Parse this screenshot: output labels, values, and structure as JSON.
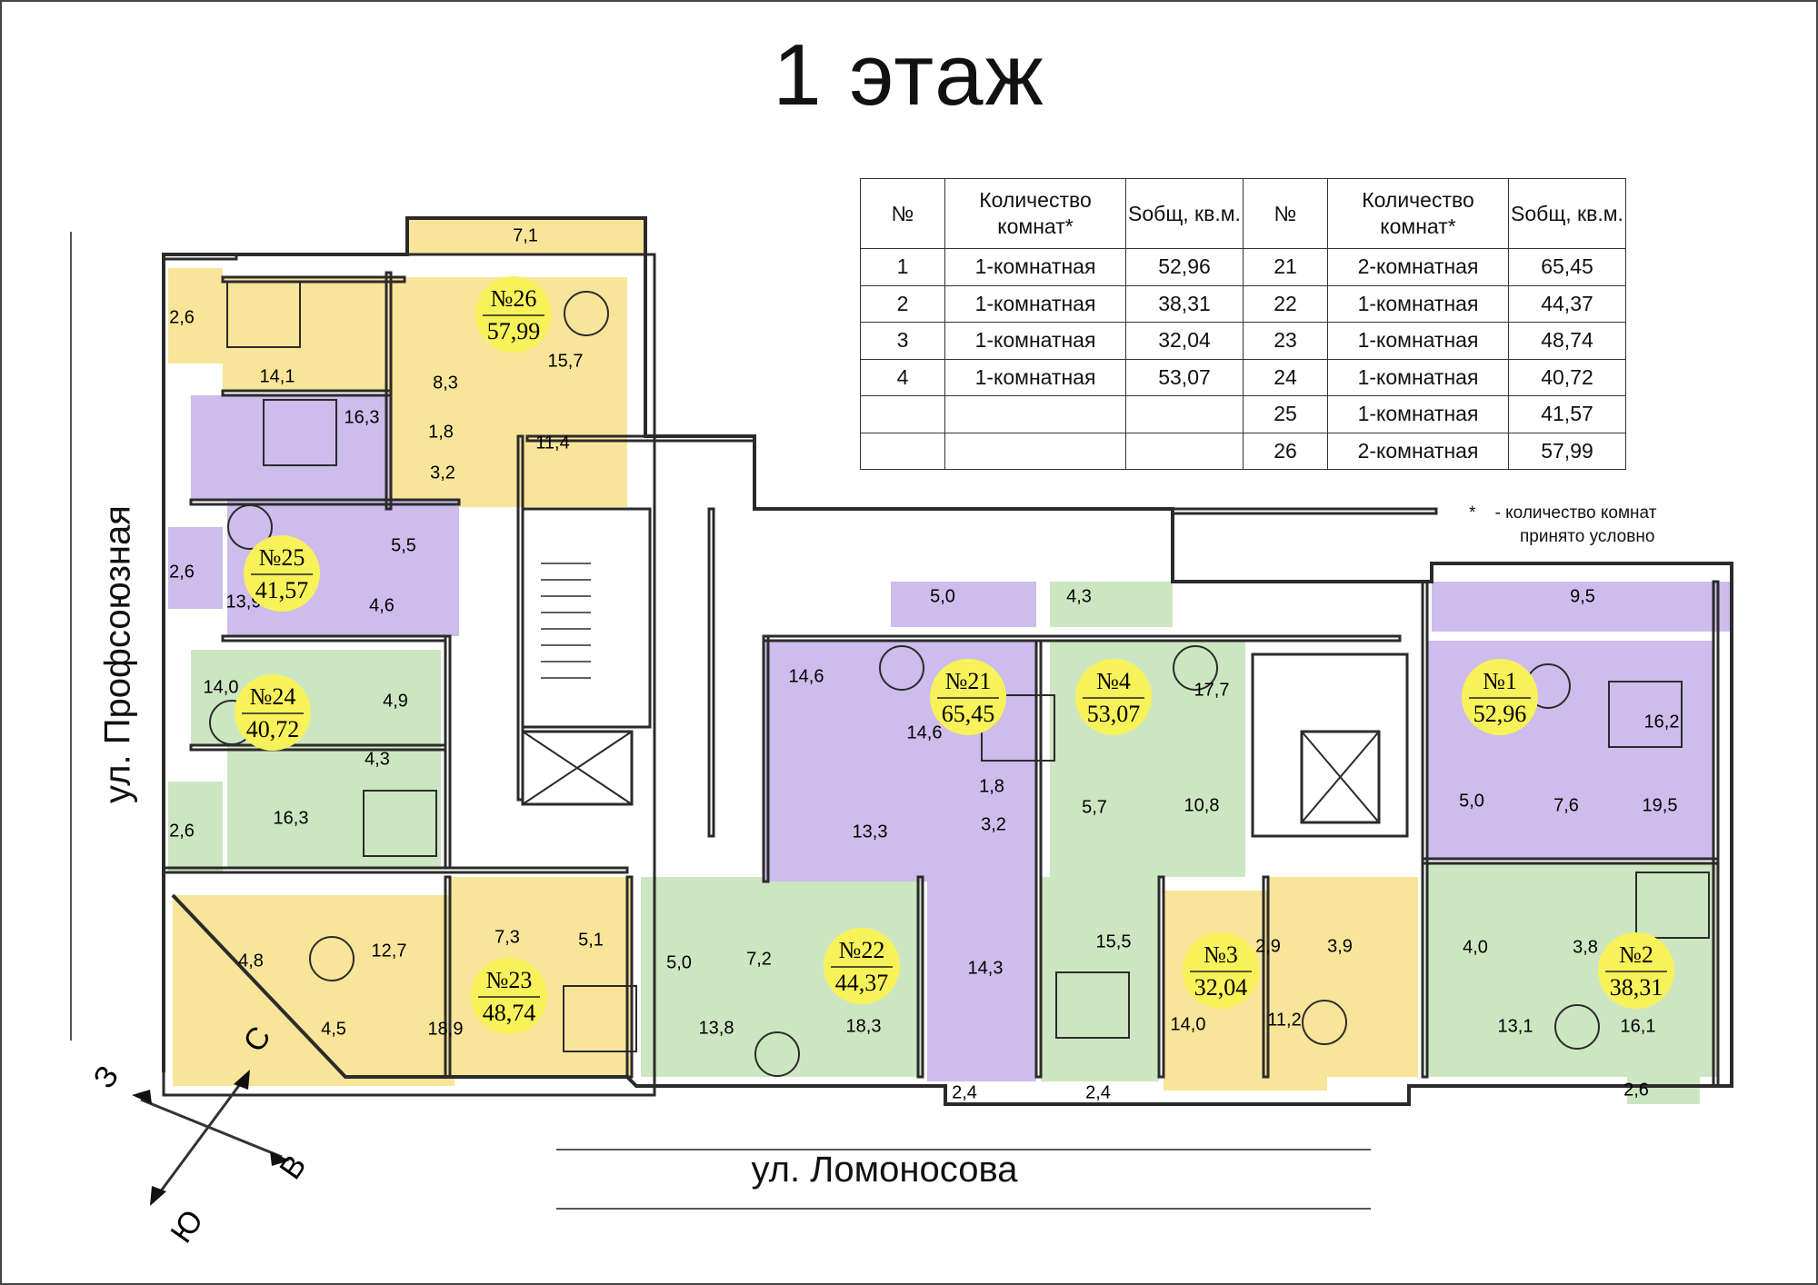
{
  "title": "1 этаж",
  "table": {
    "headers": [
      "№",
      "Количество комнат*",
      "Sобщ, кв.м.",
      "№",
      "Количество комнат*",
      "Sобщ, кв.м."
    ],
    "rows": [
      [
        "1",
        "1-комнатная",
        "52,96",
        "21",
        "2-комнатная",
        "65,45"
      ],
      [
        "2",
        "1-комнатная",
        "38,31",
        "22",
        "1-комнатная",
        "44,37"
      ],
      [
        "3",
        "1-комнатная",
        "32,04",
        "23",
        "1-комнатная",
        "48,74"
      ],
      [
        "4",
        "1-комнатная",
        "53,07",
        "24",
        "1-комнатная",
        "40,72"
      ],
      [
        "",
        "",
        "",
        "25",
        "1-комнатная",
        "41,57"
      ],
      [
        "",
        "",
        "",
        "26",
        "2-комнатная",
        "57,99"
      ]
    ]
  },
  "note": {
    "mark": "*",
    "line1": "- количество комнат",
    "line2": "принято условно"
  },
  "streets": {
    "left": "ул. Профсоюзная",
    "bottom": "ул. Ломоносова"
  },
  "compass": {
    "n": "С",
    "s": "Ю",
    "e": "В",
    "w": "З"
  },
  "colors": {
    "yellow": "#f8e59a",
    "purple": "#cdbcec",
    "green": "#cde6c2",
    "badge": "#f8f25a",
    "walls": "#2b2b2b"
  },
  "apartments": [
    {
      "number": "№26",
      "area": "57,99",
      "color": "yellow"
    },
    {
      "number": "№25",
      "area": "41,57",
      "color": "purple"
    },
    {
      "number": "№24",
      "area": "40,72",
      "color": "green"
    },
    {
      "number": "№23",
      "area": "48,74",
      "color": "yellow"
    },
    {
      "number": "№22",
      "area": "44,37",
      "color": "green"
    },
    {
      "number": "№21",
      "area": "65,45",
      "color": "purple"
    },
    {
      "number": "№4",
      "area": "53,07",
      "color": "green"
    },
    {
      "number": "№3",
      "area": "32,04",
      "color": "yellow"
    },
    {
      "number": "№1",
      "area": "52,96",
      "color": "purple"
    },
    {
      "number": "№2",
      "area": "38,31",
      "color": "green"
    }
  ],
  "rooms": [
    "7,1",
    "2,6",
    "14,1",
    "8,3",
    "15,7",
    "1,8",
    "11,4",
    "3,2",
    "16,3",
    "5,5",
    "2,6",
    "13,9",
    "4,6",
    "14,0",
    "4,9",
    "4,3",
    "16,3",
    "2,6",
    "12,7",
    "7,3",
    "5,1",
    "4,8",
    "4,5",
    "18,9",
    "5,0",
    "7,2",
    "13,8",
    "18,3",
    "14,3",
    "2,4",
    "14,6",
    "14,6",
    "1,8",
    "13,3",
    "3,2",
    "5,0",
    "4,3",
    "17,7",
    "5,7",
    "10,8",
    "15,5",
    "2,4",
    "2,9",
    "3,9",
    "14,0",
    "11,2",
    "9,5",
    "16,2",
    "19,5",
    "5,0",
    "7,6",
    "4,0",
    "3,8",
    "13,1",
    "16,1",
    "2,6"
  ]
}
